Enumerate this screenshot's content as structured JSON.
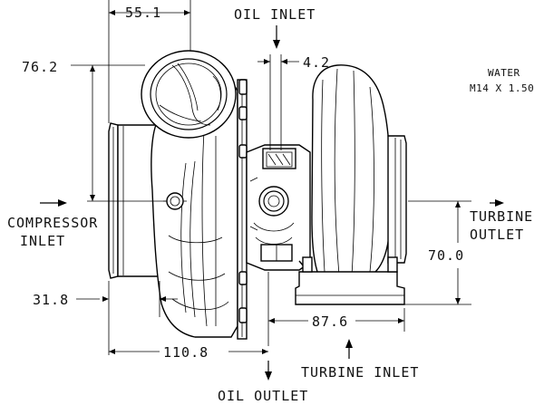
{
  "labels": {
    "oil_inlet": "OIL INLET",
    "oil_outlet": "OIL OUTLET",
    "turbine_inlet": "TURBINE INLET",
    "compressor_inlet_line1": "COMPRESSOR",
    "compressor_inlet_line2": "INLET",
    "turbine_outlet_line1": "TURBINE",
    "turbine_outlet_line2": "OUTLET",
    "water_line1": "WATER",
    "water_line2": "M14 X 1.50"
  },
  "dimensions": {
    "top_width": "55.1",
    "left_height": "76.2",
    "oil_offset": "4.2",
    "right_height": "70.0",
    "lower_left": "31.8",
    "lower_right": "87.6",
    "overall_width": "110.8"
  }
}
